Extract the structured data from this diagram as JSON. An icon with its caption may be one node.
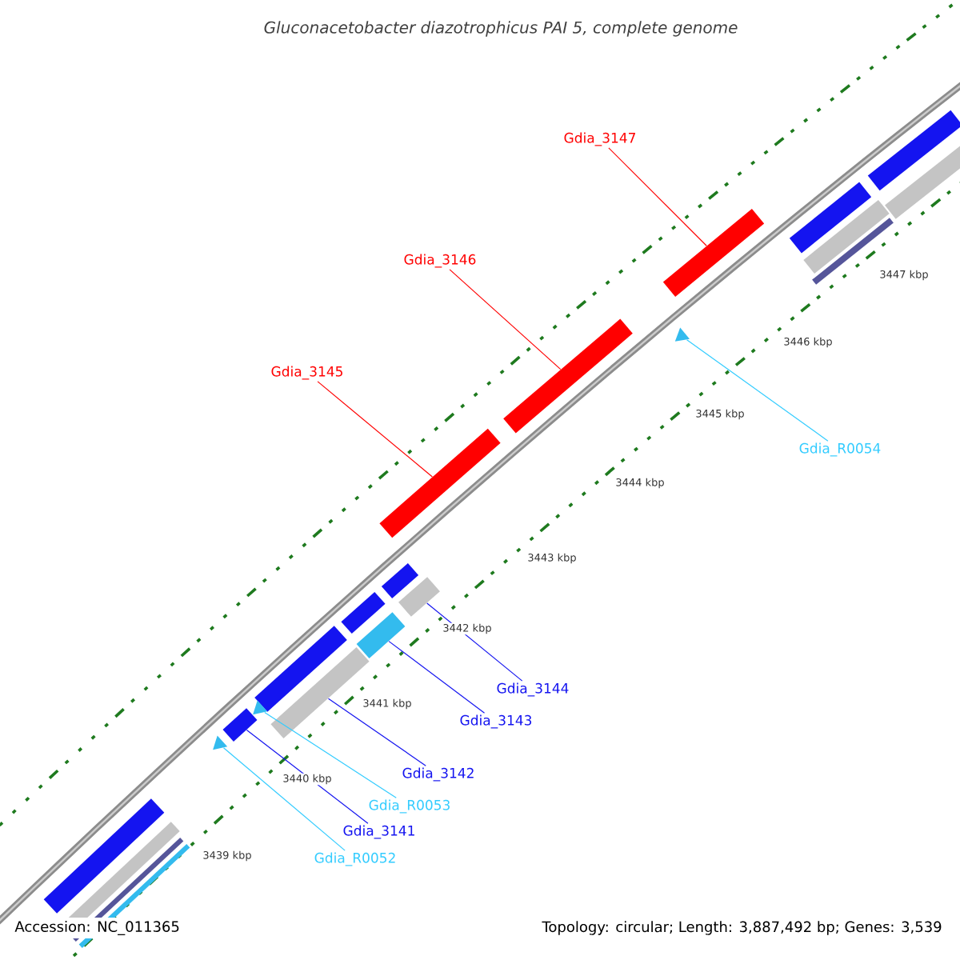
{
  "diagram": {
    "title": "Gluconacetobacter diazotrophicus PAI 5, complete genome",
    "nodes": [
      {
        "text": [
          "Gdia_3147"
        ]
      },
      {
        "text": [
          "Gdia_3146"
        ]
      },
      {
        "text": [
          "Gdia_3145"
        ]
      },
      {
        "text": [
          "Gdia_R0054"
        ]
      },
      {
        "text": [
          "Gdia_3144"
        ]
      },
      {
        "text": [
          "Gdia_3143"
        ]
      },
      {
        "text": [
          "Gdia_3142"
        ]
      },
      {
        "text": [
          "Gdia_R0053"
        ]
      },
      {
        "text": [
          "Gdia_3141"
        ]
      },
      {
        "text": [
          "Gdia_R0052"
        ]
      },
      {
        "text": [],
        "shape": "bar"
      },
      {
        "text": [],
        "shape": "bar"
      },
      {
        "text": [],
        "shape": "bar"
      },
      {
        "text": [],
        "shape": "triangle"
      },
      {
        "text": [],
        "shape": "bar"
      },
      {
        "text": [],
        "shape": "bar"
      },
      {
        "text": [],
        "shape": "bar"
      },
      {
        "text": [],
        "shape": "triangle"
      },
      {
        "text": [],
        "shape": "bar"
      },
      {
        "text": [],
        "shape": "triangle"
      }
    ],
    "edges": [
      {
        "from": 0,
        "to": 10,
        "arrow": "none",
        "color": "#ff0000"
      },
      {
        "from": 1,
        "to": 11,
        "arrow": "none",
        "color": "#ff0000"
      },
      {
        "from": 2,
        "to": 12,
        "arrow": "none",
        "color": "#ff0000"
      },
      {
        "from": 3,
        "to": 13,
        "arrow": "none",
        "color": "#33ccff"
      },
      {
        "from": 4,
        "to": 14,
        "arrow": "none"
      },
      {
        "from": 5,
        "to": 15,
        "arrow": "none"
      },
      {
        "from": 6,
        "to": 16,
        "arrow": "none"
      },
      {
        "from": 7,
        "to": 17,
        "arrow": "none",
        "color": "#33ccff"
      },
      {
        "from": 8,
        "to": 18,
        "arrow": "none"
      },
      {
        "from": 9,
        "to": 19,
        "arrow": "none",
        "color": "#33ccff"
      }
    ],
    "labels": [
      "3447 kbp",
      "3446 kbp",
      "3445 kbp",
      "3444 kbp",
      "3443 kbp",
      "3442 kbp",
      "3441 kbp",
      "3440 kbp",
      "3439 kbp",
      "Accession: NC_011365",
      "Topology: circular; Length: 3,887,492 bp; Genes: 3,539"
    ]
  }
}
